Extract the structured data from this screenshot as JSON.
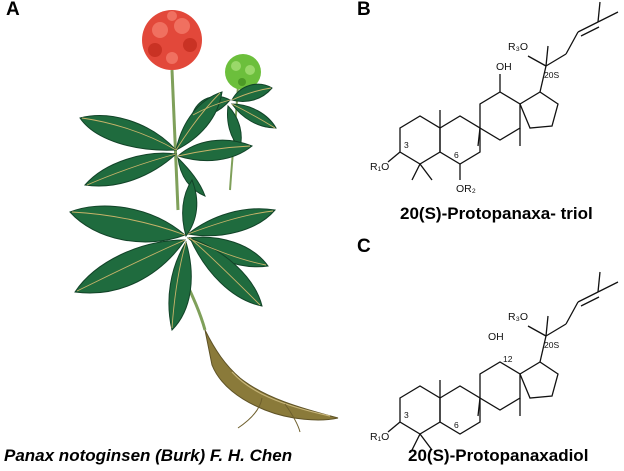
{
  "panels": {
    "a": {
      "letter": "A",
      "caption": "Panax notoginsen (Burk) F. H. Chen"
    },
    "b": {
      "letter": "B",
      "caption": "20(S)-Protopanaxa- triol",
      "labels": {
        "r3o": "R₃O",
        "c20": "20S",
        "oh": "OH",
        "r1o": "R₁O",
        "c3": "3",
        "c6": "6",
        "or2": "OR₂"
      }
    },
    "c": {
      "letter": "C",
      "caption": "20(S)-Protopanaxadiol",
      "labels": {
        "r3o": "R₃O",
        "c20": "20S",
        "oh": "OH",
        "c12": "12",
        "r1o": "R₁O",
        "c3": "3",
        "c6": "6"
      }
    }
  },
  "colors": {
    "leaf": "#1f6b3e",
    "leaf_vein": "#c9b46a",
    "stem": "#7fa05a",
    "flower_red": "#e2483a",
    "flower_green": "#6cbf3c",
    "root": "#8a7a3a"
  }
}
